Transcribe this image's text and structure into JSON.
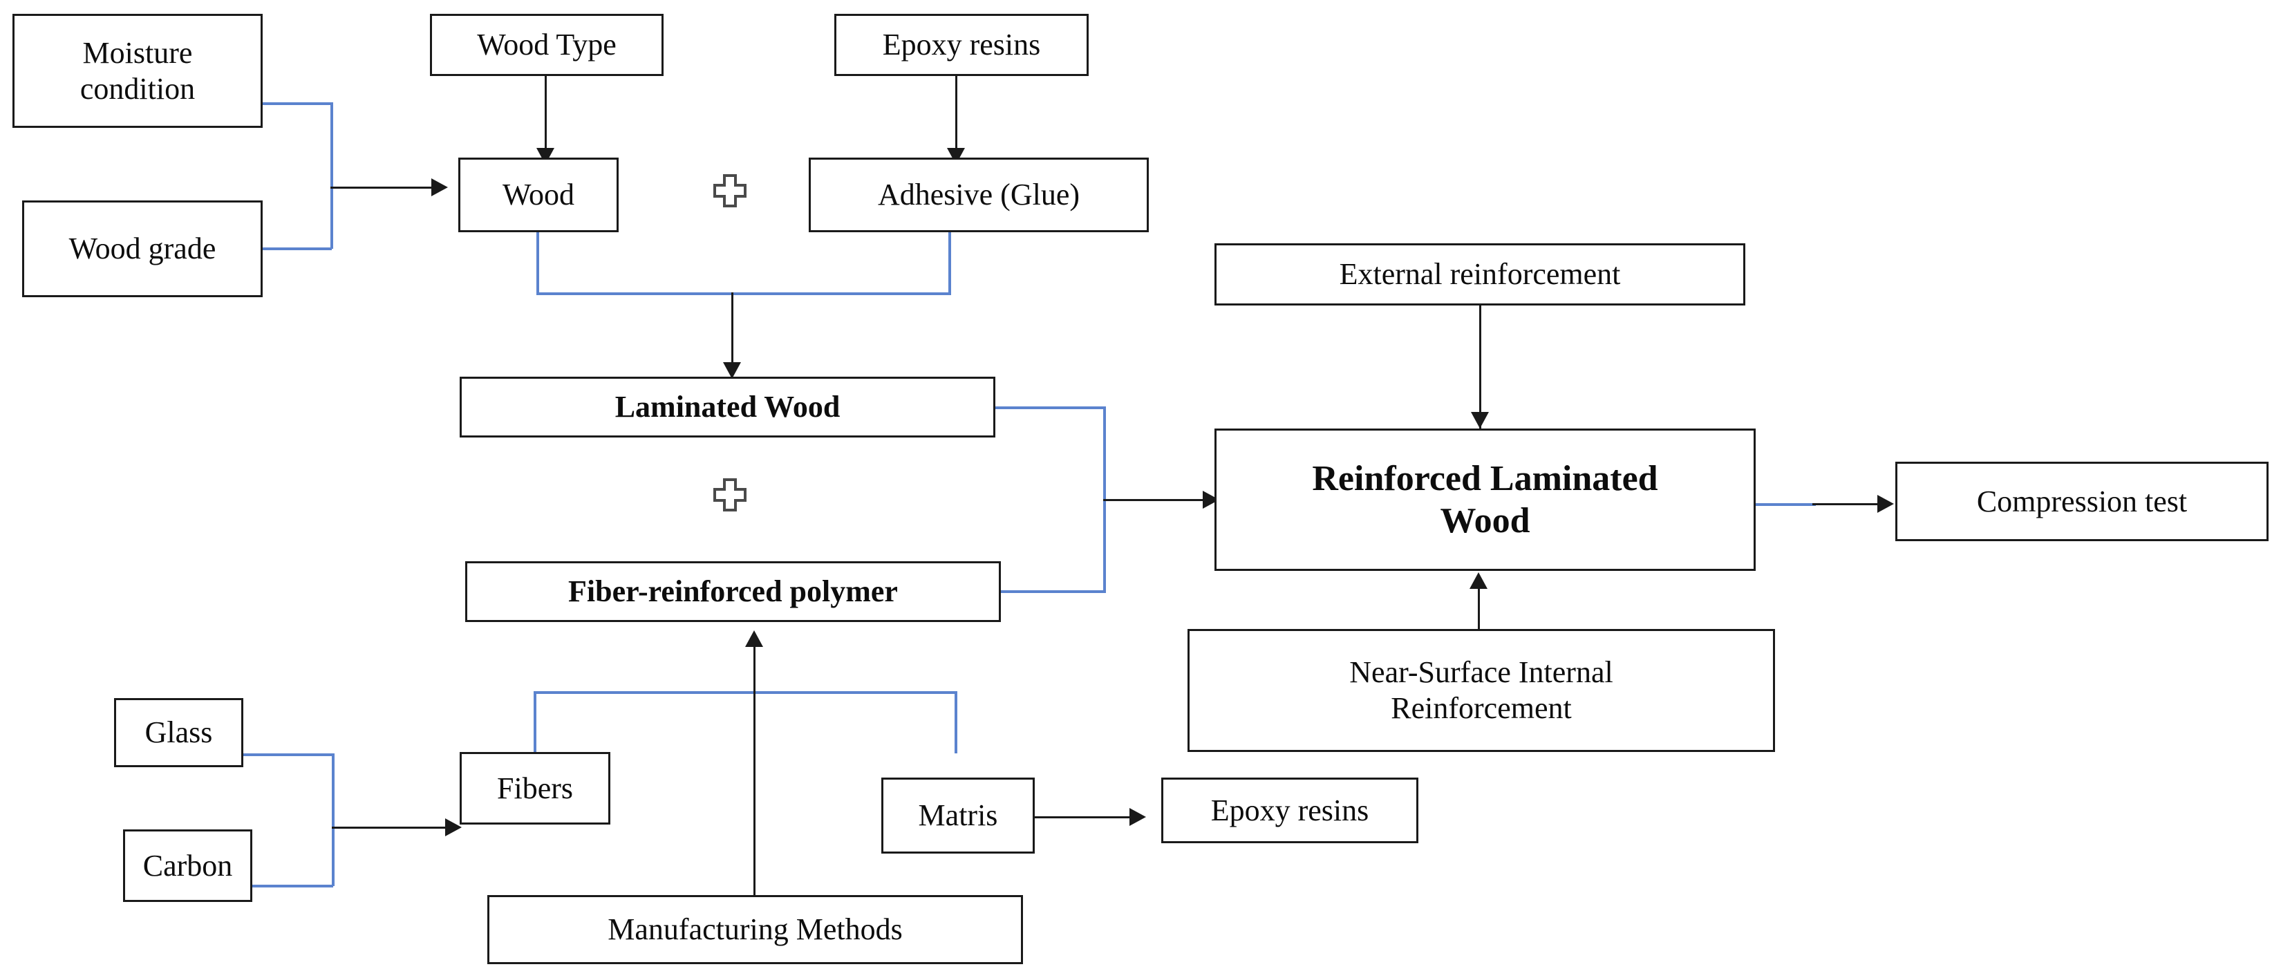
{
  "diagram": {
    "title": "Reinforced laminated wood experimental flowchart",
    "colors": {
      "box_border": "#1a1a1a",
      "text": "#0d0d0d",
      "connector_black": "#1a1a1a",
      "connector_blue": "#5B83CE",
      "background": "#ffffff"
    },
    "nodes": [
      {
        "id": "moisture_condition",
        "label": "Moisture\ncondition"
      },
      {
        "id": "wood_grade",
        "label": "Wood grade"
      },
      {
        "id": "wood_type",
        "label": "Wood Type"
      },
      {
        "id": "epoxy_resins_top",
        "label": "Epoxy resins"
      },
      {
        "id": "wood",
        "label": "Wood"
      },
      {
        "id": "adhesive_glue",
        "label": "Adhesive (Glue)"
      },
      {
        "id": "laminated_wood",
        "label": "Laminated Wood"
      },
      {
        "id": "fiber_reinforced_polymer",
        "label": "Fiber-reinforced polymer"
      },
      {
        "id": "external_reinforcement",
        "label": "External reinforcement"
      },
      {
        "id": "reinforced_laminated_wood",
        "label": "Reinforced Laminated\nWood"
      },
      {
        "id": "near_surface_internal_reinforcement",
        "label": "Near-Surface Internal\nReinforcement"
      },
      {
        "id": "compression_test",
        "label": "Compression test"
      },
      {
        "id": "glass",
        "label": "Glass"
      },
      {
        "id": "carbon",
        "label": "Carbon"
      },
      {
        "id": "fibers",
        "label": "Fibers"
      },
      {
        "id": "matris",
        "label": "Matris"
      },
      {
        "id": "epoxy_resins_bottom",
        "label": "Epoxy resins"
      },
      {
        "id": "manufacturing_methods",
        "label": "Manufacturing Methods"
      }
    ],
    "operators": [
      {
        "id": "plus_wood_adhesive",
        "symbol": "+"
      },
      {
        "id": "plus_laminated_frp",
        "symbol": "+"
      }
    ],
    "edges": [
      {
        "from": "moisture_condition",
        "to": "wood"
      },
      {
        "from": "wood_grade",
        "to": "wood"
      },
      {
        "from": "wood_type",
        "to": "wood"
      },
      {
        "from": "epoxy_resins_top",
        "to": "adhesive_glue"
      },
      {
        "from": "wood",
        "to": "laminated_wood"
      },
      {
        "from": "adhesive_glue",
        "to": "laminated_wood"
      },
      {
        "from": "laminated_wood",
        "to": "reinforced_laminated_wood"
      },
      {
        "from": "fiber_reinforced_polymer",
        "to": "reinforced_laminated_wood"
      },
      {
        "from": "external_reinforcement",
        "to": "reinforced_laminated_wood"
      },
      {
        "from": "near_surface_internal_reinforcement",
        "to": "reinforced_laminated_wood"
      },
      {
        "from": "reinforced_laminated_wood",
        "to": "compression_test"
      },
      {
        "from": "glass",
        "to": "fibers"
      },
      {
        "from": "carbon",
        "to": "fibers"
      },
      {
        "from": "fibers",
        "to": "fiber_reinforced_polymer"
      },
      {
        "from": "matris",
        "to": "fiber_reinforced_polymer"
      },
      {
        "from": "matris",
        "to": "epoxy_resins_bottom"
      },
      {
        "from": "manufacturing_methods",
        "to": "fiber_reinforced_polymer"
      }
    ]
  }
}
